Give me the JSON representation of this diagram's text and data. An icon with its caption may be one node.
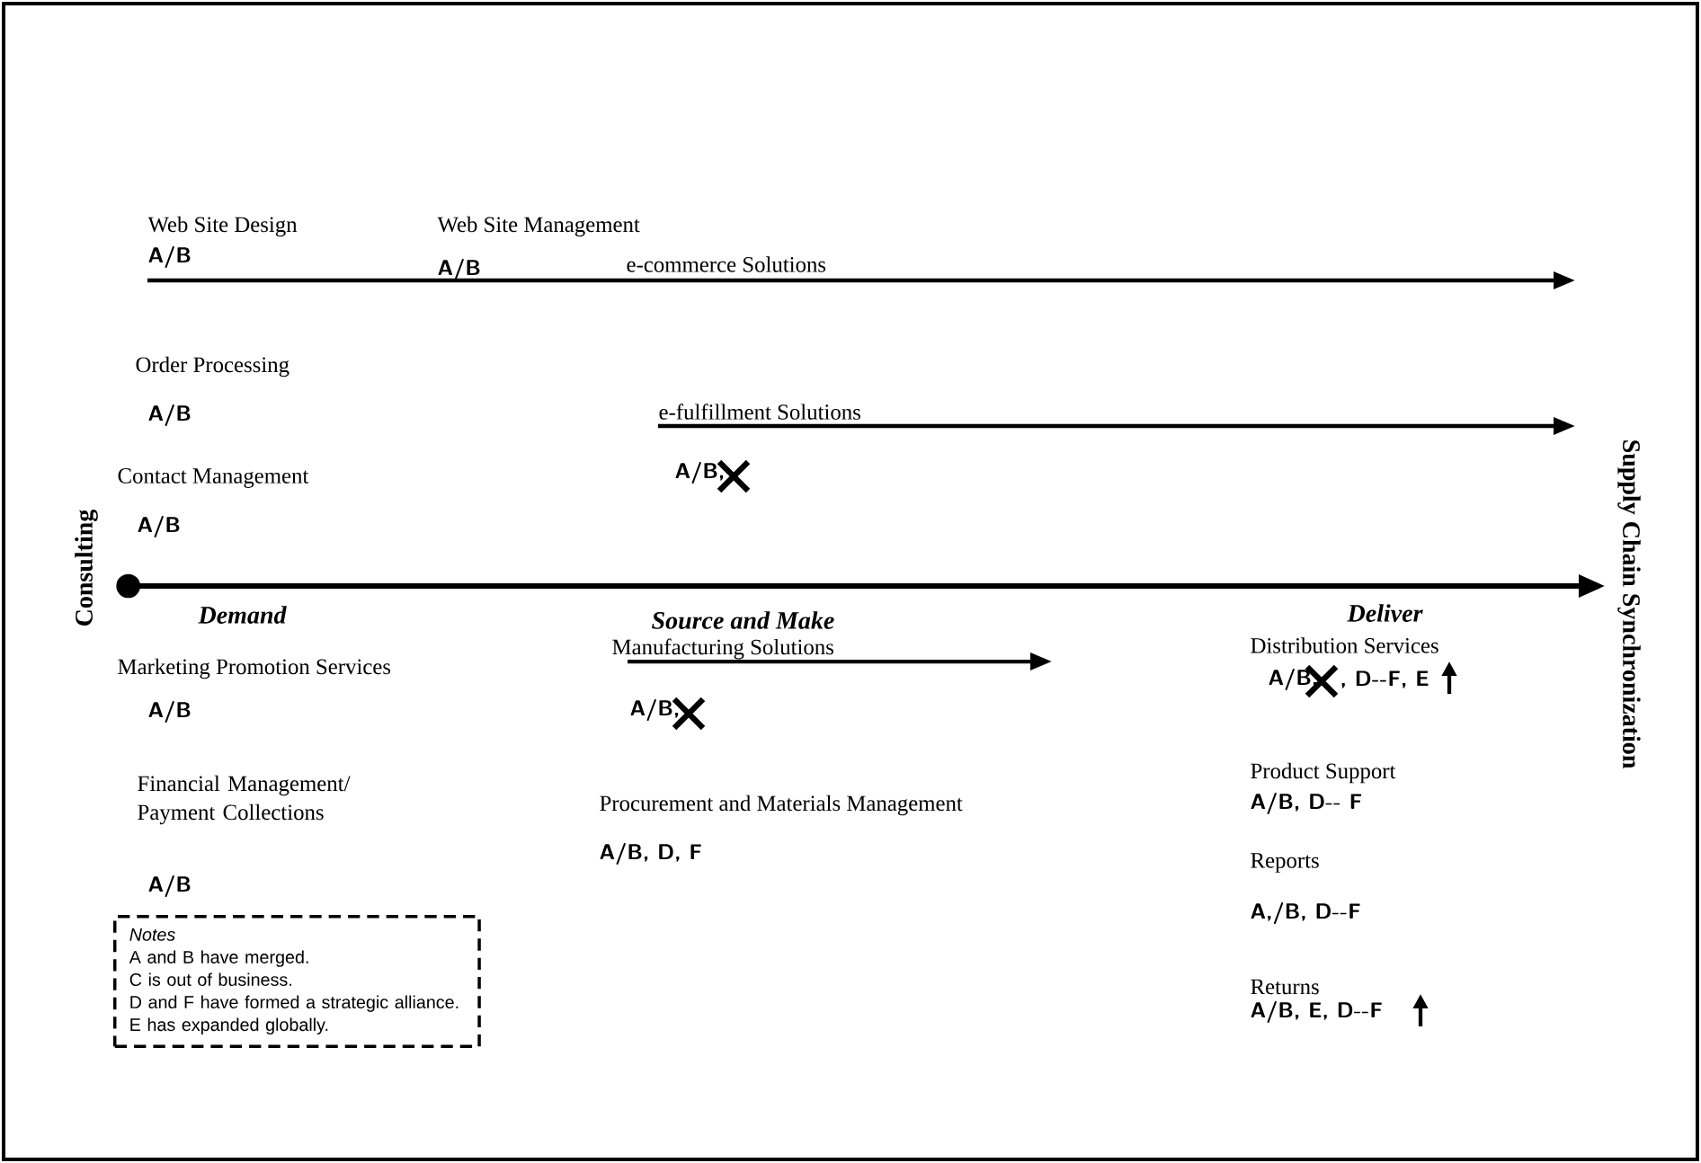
{
  "diagram": {
    "nodes": [
      {
        "text": [
          "Consulting"
        ]
      },
      {
        "text": [
          "Supply Chain Synchronization"
        ]
      },
      {
        "text": [
          "Notes",
          "A and B have merged.",
          "C is out of business.",
          "D and F have formed a strategic alliance.",
          "E has expanded globally."
        ]
      }
    ],
    "edges": [
      {
        "from": 0,
        "to": 1,
        "arrow": "to"
      }
    ],
    "labels": [
      "Web Site Design",
      "A/B",
      "Web Site Management",
      "A/B",
      "e-commerce Solutions",
      "Order Processing",
      "A/B",
      "e-fulfillment Solutions",
      "Contact Management",
      "A/B,",
      "A/B",
      "Demand",
      "Source and Make",
      "Deliver",
      "Manufacturing Solutions",
      "Marketing Promotion Services",
      "A/B",
      "A/B,",
      "Distribution Services",
      "A/B,",
      ", D--F, E",
      "Financial Management/ Payment Collections",
      "A/B",
      "Procurement and Materials Management",
      "A/B, D, F",
      "Product Support",
      "A/B, D-- F",
      "Reports",
      "A,/B, D--F",
      "Returns",
      "A/B, E, D--F"
    ]
  }
}
